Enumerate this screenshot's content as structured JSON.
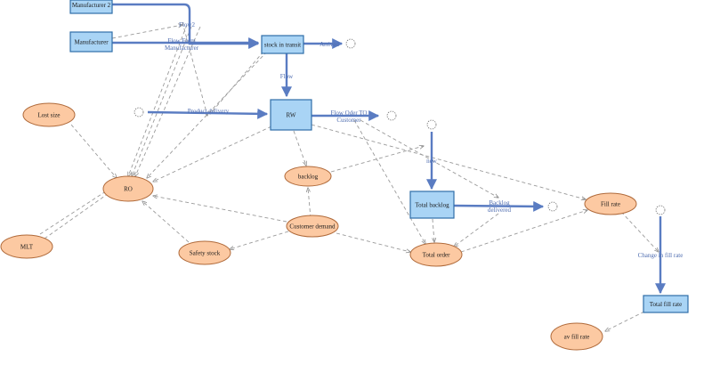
{
  "diagram": {
    "stocks": {
      "manufacturer2": "Manufacturer 2",
      "manufacturer": "Manufacturer",
      "stock_in_transit": "stock in transit",
      "rw": "RW",
      "total_backlog": "Total backlog",
      "total_fill_rate": "Total fill rate"
    },
    "auxiliaries": {
      "lost_size": "Lost size",
      "ro": "RO",
      "mlt": "MLT",
      "safety_stock": "Safety stock",
      "backlog": "backlog",
      "customer_demand": "Customer demand",
      "total_order": "Total order",
      "fill_rate": "Fill rate",
      "av_fill_rate": "av fill rate"
    },
    "flows": {
      "flow2": "Flow2",
      "flow_from_manufacturer_line1": "Flow From",
      "flow_from_manufacturer_line2": "Manufacturer",
      "arrived": "Arrived",
      "flow": "Flow",
      "product_delivery": "Product delivery",
      "flow_order_to_customer_line1": "Flow Oder TO",
      "flow_order_to_customer_line2": "Customer",
      "new": "new",
      "backlog_delivered_line1": "Backlog",
      "backlog_delivered_line2": "delivered",
      "change_in_fill_rate": "Change in fill rate"
    }
  }
}
